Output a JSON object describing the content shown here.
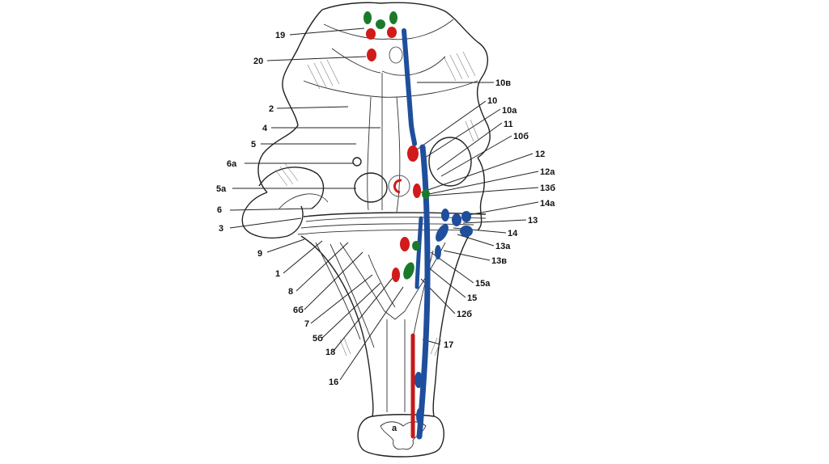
{
  "colors": {
    "motor_nuclei": "#d11a1a",
    "parasympathetic_nuclei": "#1b7a2a",
    "sensory_nuclei": "#1f4f9c",
    "outline": "#222222"
  },
  "labels": {
    "l19": "19",
    "l20": "20",
    "l10v": "10в",
    "l10": "10",
    "l10a": "10а",
    "l2": "2",
    "l11": "11",
    "l4": "4",
    "l10b": "10б",
    "l5": "5",
    "l12": "12",
    "l6a": "6а",
    "l12a": "12а",
    "l13b": "13б",
    "l5a": "5а",
    "l14a": "14а",
    "l6": "6",
    "l13": "13",
    "l3": "3",
    "l14": "14",
    "l9": "9",
    "l13a": "13а",
    "l1": "1",
    "l13v": "13в",
    "l8": "8",
    "l15a": "15а",
    "l6b": "6б",
    "l15": "15",
    "l7": "7",
    "l12b": "12б",
    "l5b": "5б",
    "l17": "17",
    "l18": "18",
    "l16": "16",
    "la": "а"
  }
}
